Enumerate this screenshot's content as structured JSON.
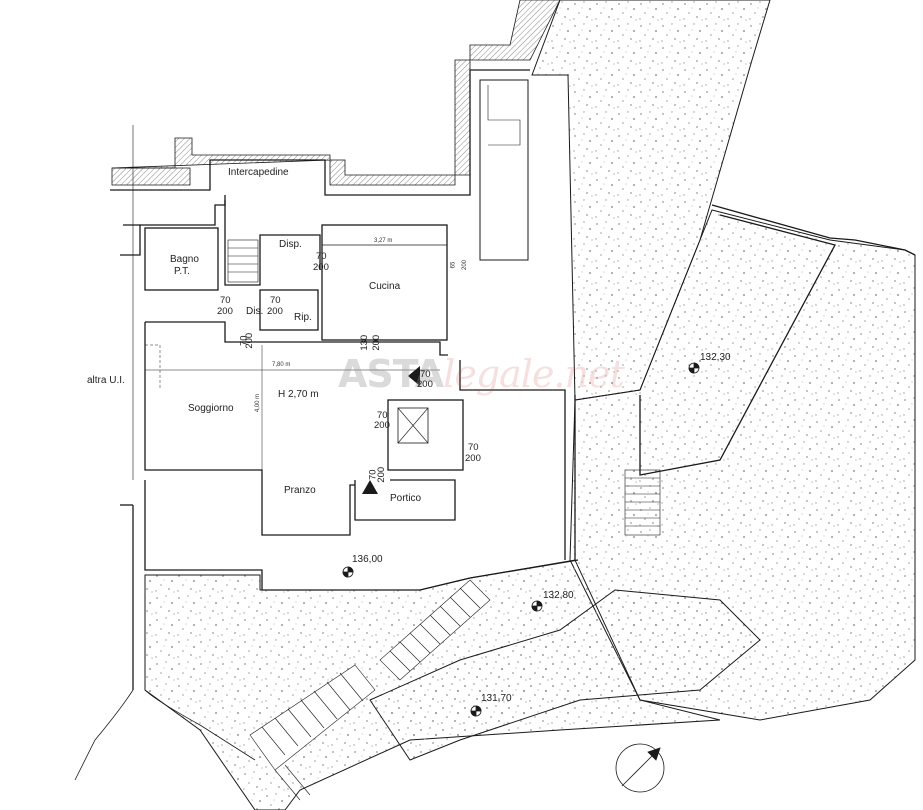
{
  "rooms": {
    "intercapedine": "Intercapedine",
    "bagno_line1": "Bagno",
    "bagno_line2": "P.T.",
    "disp": "Disp.",
    "cucina": "Cucina",
    "dis": "Dis.",
    "rip": "Rip.",
    "soggiorno": "Soggiorno",
    "pranzo": "Pranzo",
    "portico": "Portico",
    "altra_ui": "altra U.I."
  },
  "dimensions": {
    "cucina_width": "3,27 m",
    "soggiorno_length": "7,80 m",
    "soggiorno_depth": "4,00 m",
    "ceiling_height": "H 2,70 m"
  },
  "doors": {
    "w70": "70",
    "h200": "200",
    "w130": "130",
    "w65": "65"
  },
  "elevations": {
    "e1": "132,30",
    "e2": "136,00",
    "e3": "132,80",
    "e4": "131,70"
  },
  "watermark": {
    "brand_bold": "ASTA",
    "brand_rest": "legale.net"
  },
  "colors": {
    "line": "#1a1a1a",
    "hatch": "#888888",
    "gravel_dot": "#9a9a9a"
  }
}
